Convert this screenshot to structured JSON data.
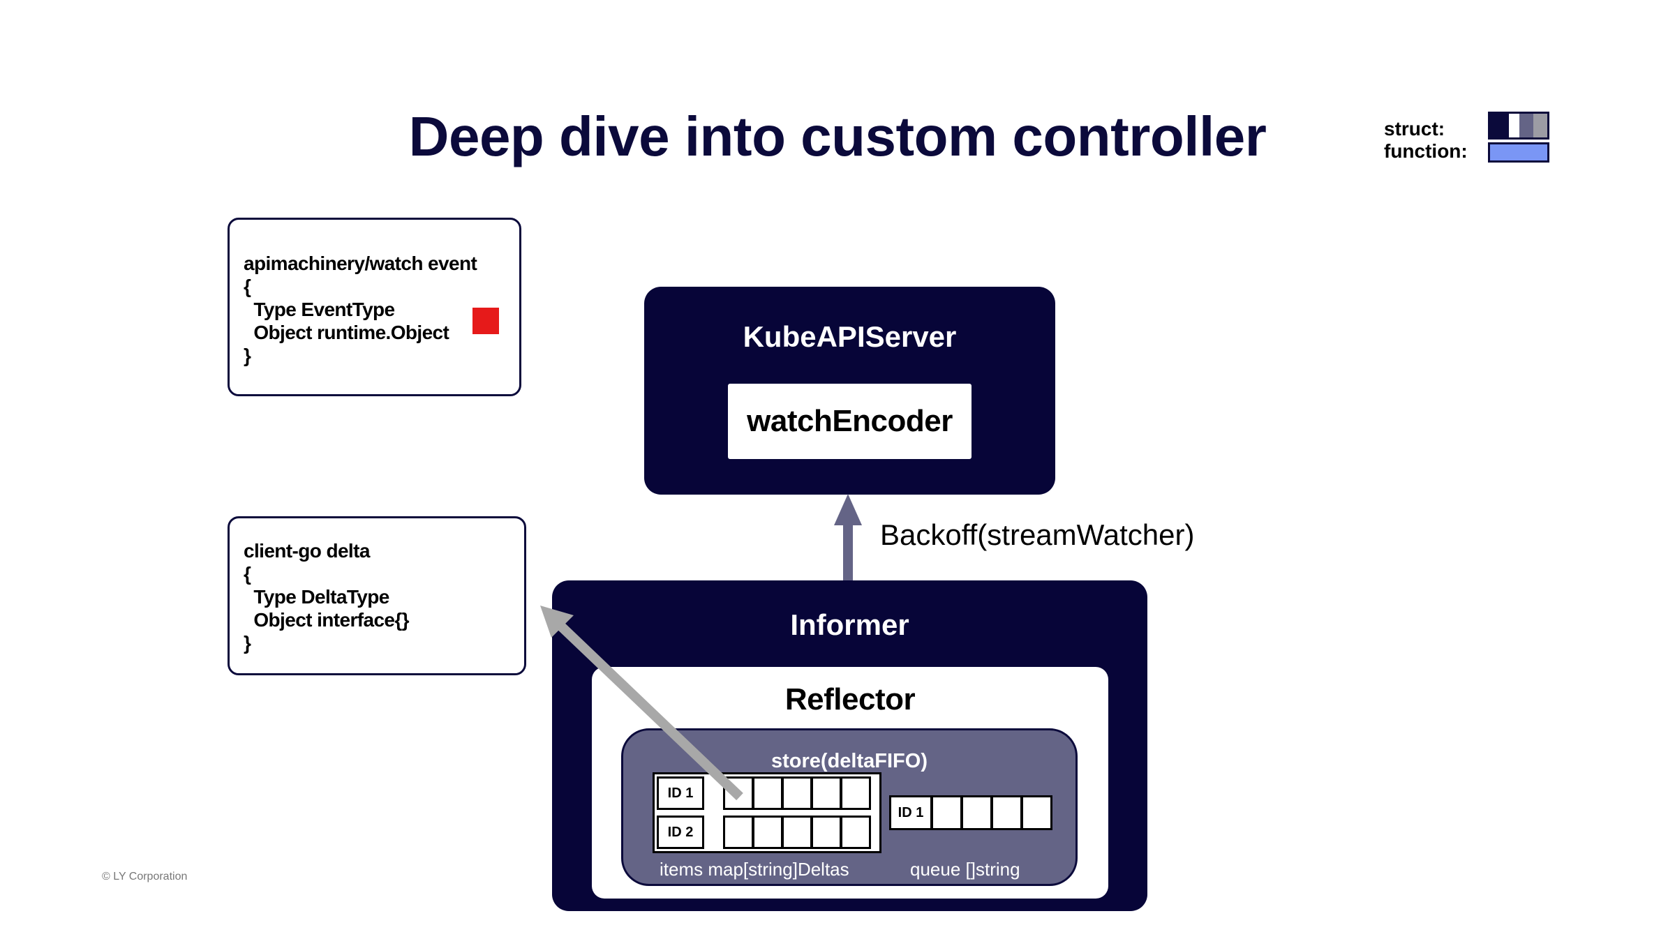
{
  "title": "Deep dive into custom controller",
  "legend": {
    "struct_label": "struct:",
    "function_label": "function:",
    "colors": {
      "struct_dark": "#0b0a3b",
      "struct_light": "#ffffff",
      "struct_mid": "#646486",
      "struct_grey": "#9c9ca4",
      "function": "#7a96f5"
    }
  },
  "watch_event_box": {
    "lines": [
      "apimachinery/watch event",
      "{",
      "  Type EventType",
      "  Object runtime.Object",
      "}"
    ],
    "marker_color": "#e61a1a"
  },
  "delta_box": {
    "lines": [
      "client-go delta",
      "{",
      "  Type DeltaType",
      "  Object interface{}",
      "}"
    ]
  },
  "kube_api_server": {
    "title": "KubeAPIServer",
    "inner": "watchEncoder"
  },
  "arrow_label": "Backoff(streamWatcher)",
  "informer": {
    "title": "Informer",
    "reflector": {
      "title": "Reflector",
      "store": {
        "title": "store(deltaFIFO)",
        "items_ids": [
          "ID 1",
          "ID 2"
        ],
        "queue_ids": [
          "ID 1"
        ],
        "items_caption": "items map[string]Deltas",
        "queue_caption": "queue []string"
      }
    }
  },
  "footer": "© LY Corporation"
}
